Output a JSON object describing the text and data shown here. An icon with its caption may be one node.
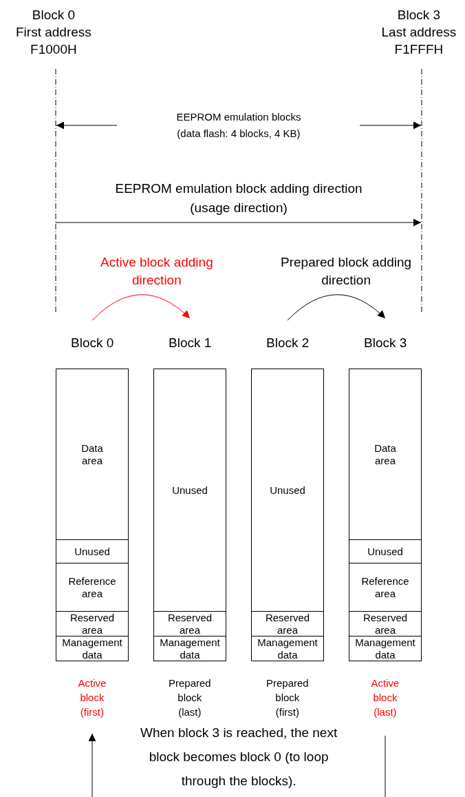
{
  "diagram": {
    "nodes": [
      {
        "text": [
          "Block 0"
        ],
        "beside": [
          "Active block (first)"
        ]
      },
      {
        "text": [
          "Data area"
        ],
        "in": 0
      },
      {
        "text": [
          "Unused"
        ],
        "in": 0
      },
      {
        "text": [
          "Reference area"
        ],
        "in": 0
      },
      {
        "text": [
          "Reserved area"
        ],
        "in": 0
      },
      {
        "text": [
          "Management data"
        ],
        "in": 0
      },
      {
        "text": [
          "Block 1"
        ],
        "beside": [
          "Prepared block (last)"
        ]
      },
      {
        "text": [
          "Unused"
        ],
        "in": 6
      },
      {
        "text": [
          "Reserved area"
        ],
        "in": 6
      },
      {
        "text": [
          "Management data"
        ],
        "in": 6
      },
      {
        "text": [
          "Block 2"
        ],
        "beside": [
          "Prepared block (first)"
        ]
      },
      {
        "text": [
          "Unused"
        ],
        "in": 10
      },
      {
        "text": [
          "Reserved area"
        ],
        "in": 10
      },
      {
        "text": [
          "Management data"
        ],
        "in": 10
      },
      {
        "text": [
          "Block 3"
        ],
        "beside": [
          "Active block (last)"
        ]
      },
      {
        "text": [
          "Data area"
        ],
        "in": 14
      },
      {
        "text": [
          "Unused"
        ],
        "in": 14
      },
      {
        "text": [
          "Reference area"
        ],
        "in": 14
      },
      {
        "text": [
          "Reserved area"
        ],
        "in": 14
      },
      {
        "text": [
          "Management data"
        ],
        "in": 14
      }
    ],
    "edges": [
      {
        "from": 0,
        "to": 6,
        "arrow": "to",
        "label": "Active block adding direction",
        "color": "#ff0000"
      },
      {
        "from": 10,
        "to": 14,
        "arrow": "to",
        "label": "Prepared block adding direction"
      },
      {
        "from": 14,
        "to": 0,
        "arrow": "to",
        "label": "When block 3 is reached, the next block becomes block 0 (to loop through the blocks)."
      }
    ],
    "labels": [
      "Block 0 First address F1000H",
      "Block 3 Last address F1FFFH",
      "EEPROM emulation blocks (data flash: 4 blocks, 4 KB)",
      "EEPROM emulation block adding direction (usage direction)"
    ]
  }
}
